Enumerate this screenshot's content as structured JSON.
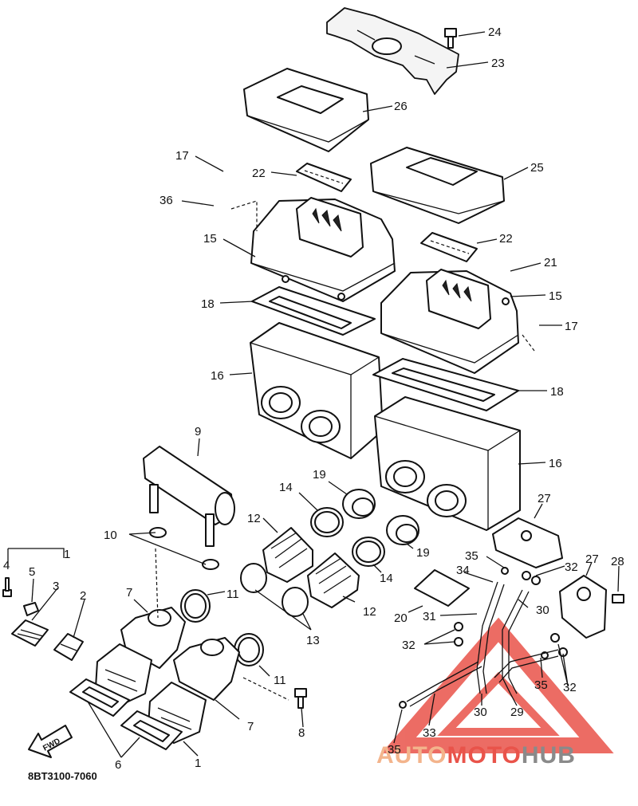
{
  "diagram": {
    "code": "8BT3100-7060",
    "fwd_label": "FWD",
    "callouts": [
      "24",
      "23",
      "26",
      "17",
      "22",
      "25",
      "36",
      "15",
      "22",
      "21",
      "15",
      "18",
      "17",
      "16",
      "18",
      "16",
      "9",
      "19",
      "14",
      "12",
      "27",
      "10",
      "19",
      "35",
      "32",
      "27",
      "28",
      "1",
      "5",
      "4",
      "3",
      "2",
      "7",
      "11",
      "14",
      "34",
      "12",
      "13",
      "20",
      "31",
      "30",
      "32",
      "11",
      "35",
      "32",
      "30",
      "29",
      "8",
      "7",
      "33",
      "35",
      "6",
      "1"
    ]
  },
  "watermark": {
    "text_auto": "AUTO",
    "text_moto": "MOTO",
    "text_hub": "HUB",
    "colors": {
      "auto": "#f3b48c",
      "moto": "#e9534a",
      "hub": "#8a8a8a",
      "logo": "#e9534a"
    }
  }
}
